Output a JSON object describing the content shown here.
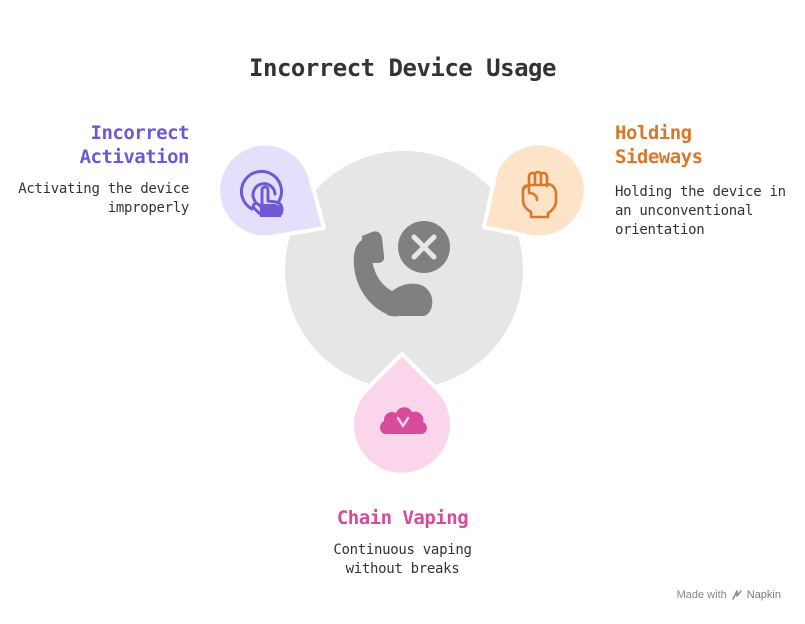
{
  "title": "Incorrect Device Usage",
  "colors": {
    "center_fill": "#e6e6e6",
    "center_icon": "#808080",
    "activation_accent": "#6f58d6",
    "activation_fill": "#e4e0fb",
    "sideways_accent": "#d9772a",
    "sideways_fill": "#fde3c8",
    "chain_accent": "#d64c9a",
    "chain_fill": "#fbd6ea"
  },
  "items": {
    "activation": {
      "title_line1": "Incorrect",
      "title_line2": "Activation",
      "desc_line1": "Activating the device",
      "desc_line2": "improperly",
      "icon": "touch-pointer-icon"
    },
    "sideways": {
      "title_line1": "Holding",
      "title_line2": "Sideways",
      "desc_line1": "Holding the device in",
      "desc_line2": "an unconventional",
      "desc_line3": "orientation",
      "icon": "raised-fist-icon"
    },
    "chain": {
      "title": "Chain Vaping",
      "desc_line1": "Continuous vaping",
      "desc_line2": "without breaks",
      "icon": "cloud-chevron-icon"
    }
  },
  "center_icon": "phone-off-icon",
  "footer": {
    "made_with": "Made with",
    "brand": "Napkin"
  }
}
